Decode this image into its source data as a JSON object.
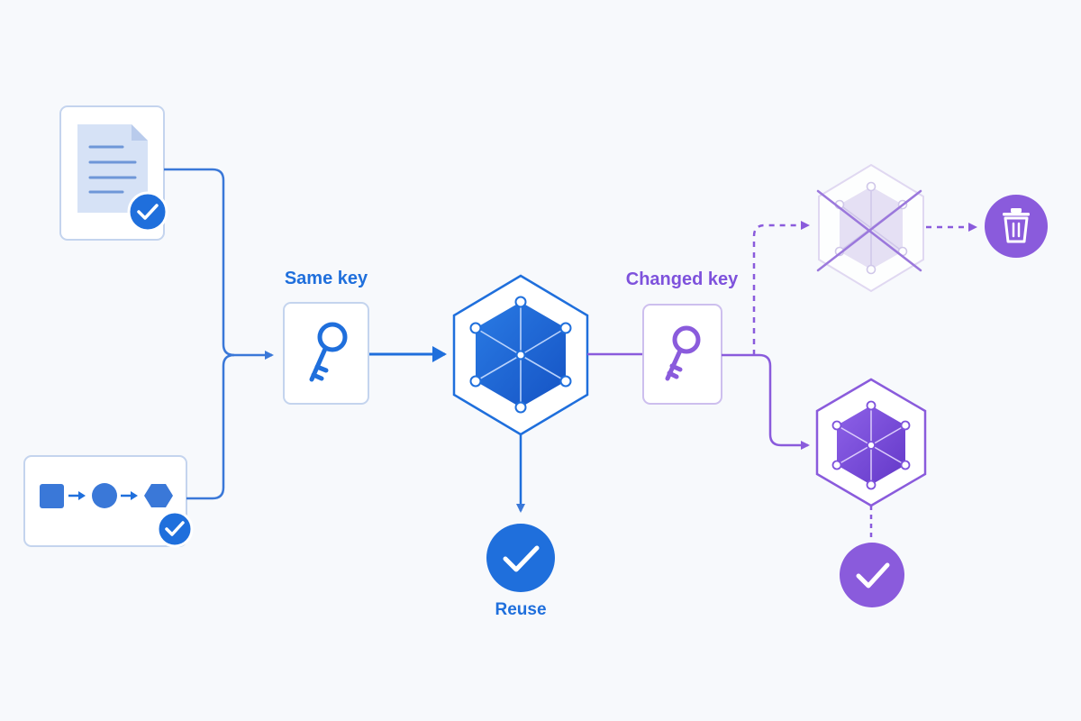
{
  "labels": {
    "same_key": "Same key",
    "changed_key": "Changed key",
    "reuse": "Reuse"
  },
  "colors": {
    "blue": "#1f6fdc",
    "blue_line": "#3a78d8",
    "blue_light": "#dbe6f8",
    "purple": "#7e52dc",
    "purple_line": "#8a5bdc",
    "purple_faded": "#c9bfe6",
    "background": "#f7f9fc"
  }
}
